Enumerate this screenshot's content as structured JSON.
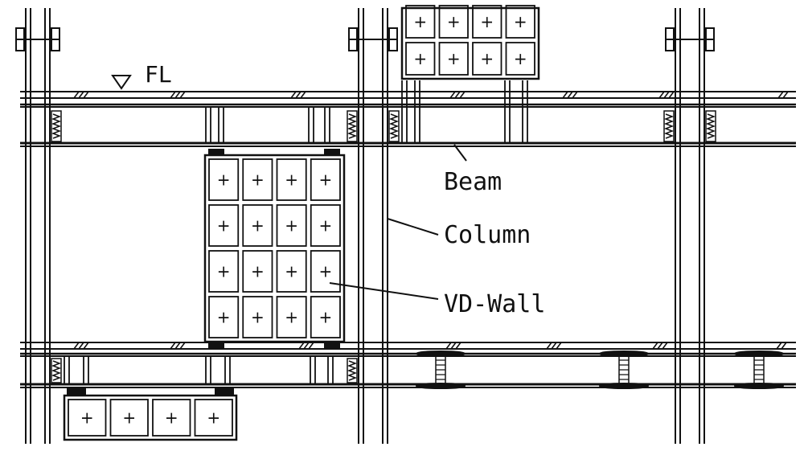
{
  "diagram": {
    "level_marker": "FL",
    "labels": {
      "beam": "Beam",
      "column": "Column",
      "vd_wall": "VD-Wall"
    },
    "panel_mark": "+",
    "line_color": "#111111",
    "background": "#ffffff"
  }
}
